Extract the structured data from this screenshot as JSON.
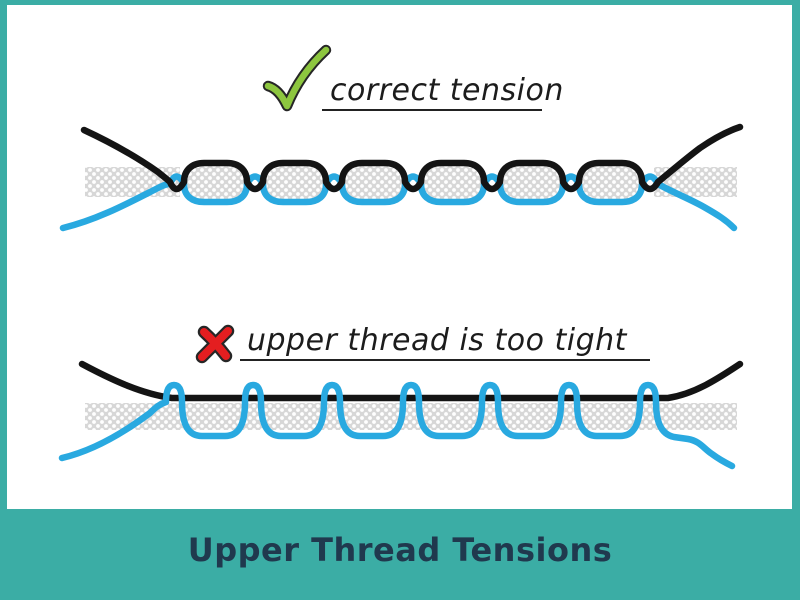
{
  "colors": {
    "background_teal": "#3bada5",
    "panel_white": "#ffffff",
    "thread_black": "#141414",
    "thread_blue": "#29a9e0",
    "fabric_grey": "#d7d7d7",
    "check_green": "#8dc63f",
    "cross_red": "#e41e20",
    "ink": "#1c1c1c",
    "title_navy": "#20394e"
  },
  "sections": {
    "correct": {
      "icon": "check-icon",
      "label": "correct tension",
      "stitch_loops": 6,
      "upper_thread_color_name": "black",
      "bobbin_thread_color_name": "blue"
    },
    "too_tight": {
      "icon": "x-icon",
      "label": "upper thread is too tight",
      "bobbin_loops_pulled_up": 7,
      "upper_thread_color_name": "black",
      "bobbin_thread_color_name": "blue"
    }
  },
  "footer": {
    "title": "Upper Thread Tensions"
  }
}
